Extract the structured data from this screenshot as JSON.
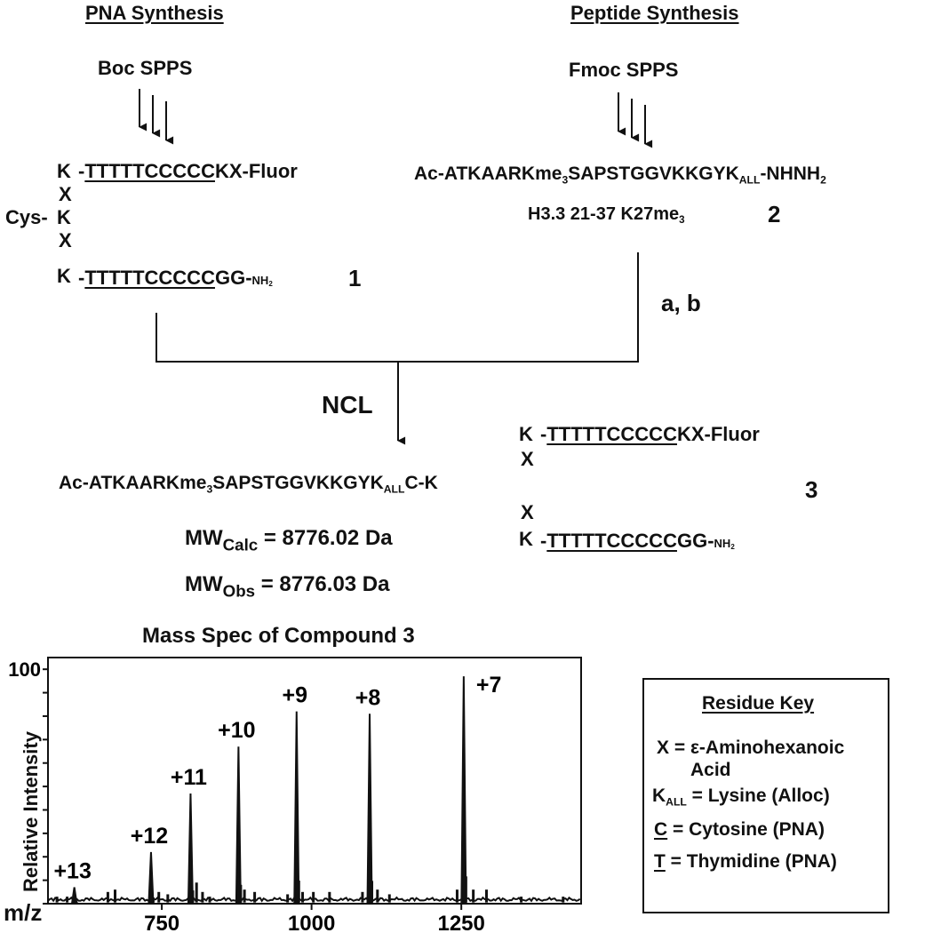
{
  "headers": {
    "pna": "PNA Synthesis",
    "peptide": "Peptide Synthesis"
  },
  "spps": {
    "boc": "Boc SPPS",
    "fmoc": "Fmoc SPPS"
  },
  "compound1": {
    "k": "K",
    "x": "X",
    "cys": "Cys-",
    "dash": "-",
    "top_seq": "TTTTTCCCCC",
    "top_tail": "KX-Fluor",
    "bot_seq": "TTTTTCCCCC",
    "bot_tail": "GG-",
    "nh2": "NH",
    "nh2_sub": "2",
    "number": "1"
  },
  "compound2": {
    "seq_a": "Ac-ATKAARKme",
    "sub3": "3",
    "seq_b": "SAPSTGGVKKGYK",
    "kall": "ALL",
    "seq_c": "-NHNH",
    "sub2": "2",
    "name_a": "H3.3 21-37 K27me",
    "name_sub": "3",
    "number": "2"
  },
  "reaction": {
    "conditions": "a, b",
    "ncl": "NCL"
  },
  "compound3": {
    "seq_a": "Ac-ATKAARKme",
    "sub3": "3",
    "seq_b": "SAPSTGGVKKGYK",
    "kall": "ALL",
    "seq_c": "C-K",
    "number": "3",
    "mw_calc_label": "MW",
    "mw_calc_sub": "Calc",
    "mw_calc_value": " = 8776.02 Da",
    "mw_obs_label": "MW",
    "mw_obs_sub": "Obs",
    "mw_obs_value": " = 8776.03 Da"
  },
  "residue_key": {
    "title": "Residue Key",
    "x_line1": "X = ε-Aminohexanoic",
    "x_line2": "Acid",
    "kall_k": "K",
    "kall_sub": "ALL",
    "kall_rest": " = Lysine (Alloc)",
    "c_letter": "C",
    "c_rest": " = Cytosine (PNA)",
    "t_letter": "T",
    "t_rest": " = Thymidine (PNA)"
  },
  "chart_data": {
    "type": "line",
    "title": "Mass Spec of Compound 3",
    "xlabel": "m/z",
    "ylabel": "Relative Intensity",
    "xticks": [
      750,
      1000,
      1250
    ],
    "yticks": [
      100
    ],
    "xlim": [
      560,
      1450
    ],
    "ylim": [
      0,
      105
    ],
    "peaks": [
      {
        "label": "+13",
        "mz": 604,
        "intensity": 7
      },
      {
        "label": "+12",
        "mz": 732,
        "intensity": 22
      },
      {
        "label": "+11",
        "mz": 798,
        "intensity": 47
      },
      {
        "label": "+10",
        "mz": 878,
        "intensity": 67
      },
      {
        "label": "+9",
        "mz": 975,
        "intensity": 82
      },
      {
        "label": "+8",
        "mz": 1097,
        "intensity": 81
      },
      {
        "label": "+7",
        "mz": 1254,
        "intensity": 97
      }
    ],
    "minor_peaks": [
      {
        "mz": 575,
        "intensity": 3
      },
      {
        "mz": 592,
        "intensity": 3
      },
      {
        "mz": 660,
        "intensity": 5
      },
      {
        "mz": 672,
        "intensity": 6
      },
      {
        "mz": 745,
        "intensity": 5
      },
      {
        "mz": 760,
        "intensity": 4
      },
      {
        "mz": 808,
        "intensity": 9
      },
      {
        "mz": 818,
        "intensity": 5
      },
      {
        "mz": 830,
        "intensity": 3
      },
      {
        "mz": 888,
        "intensity": 6
      },
      {
        "mz": 905,
        "intensity": 5
      },
      {
        "mz": 960,
        "intensity": 4
      },
      {
        "mz": 985,
        "intensity": 5
      },
      {
        "mz": 1003,
        "intensity": 5
      },
      {
        "mz": 1030,
        "intensity": 5
      },
      {
        "mz": 1085,
        "intensity": 5
      },
      {
        "mz": 1110,
        "intensity": 6
      },
      {
        "mz": 1130,
        "intensity": 4
      },
      {
        "mz": 1243,
        "intensity": 6
      },
      {
        "mz": 1270,
        "intensity": 6
      },
      {
        "mz": 1292,
        "intensity": 6
      },
      {
        "mz": 1350,
        "intensity": 3
      },
      {
        "mz": 1420,
        "intensity": 3
      }
    ]
  }
}
